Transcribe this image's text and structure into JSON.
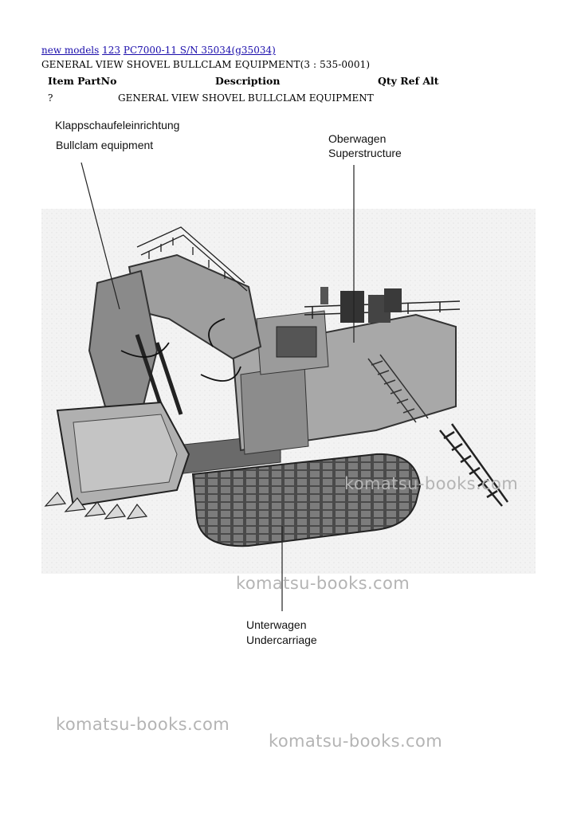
{
  "breadcrumb": {
    "link1": "new models",
    "link2": "123",
    "link3": "PC7000-11 S/N 35034(g35034)"
  },
  "page_title": "GENERAL VIEW SHOVEL BULLCLAM EQUIPMENT(3 : 535-0001)",
  "table": {
    "headers": {
      "item_partno": "Item PartNo",
      "description": "Description",
      "qty_ref_alt": "Qty Ref Alt"
    },
    "rows": [
      {
        "item": "?",
        "partno": "",
        "description": "GENERAL VIEW SHOVEL BULLCLAM EQUIPMENT"
      }
    ]
  },
  "figure": {
    "labels": {
      "bullclam_de": "Klappschaufeleinrichtung",
      "bullclam_en": "Bullclam equipment",
      "superstructure_de": "Oberwagen",
      "superstructure_en": "Superstructure",
      "undercarriage_de": "Unterwagen",
      "undercarriage_en": "Undercarriage"
    }
  },
  "watermarks": [
    "komatsu-books.com",
    "komatsu-books.com",
    "komatsu-books.com",
    "komatsu-books.com"
  ]
}
